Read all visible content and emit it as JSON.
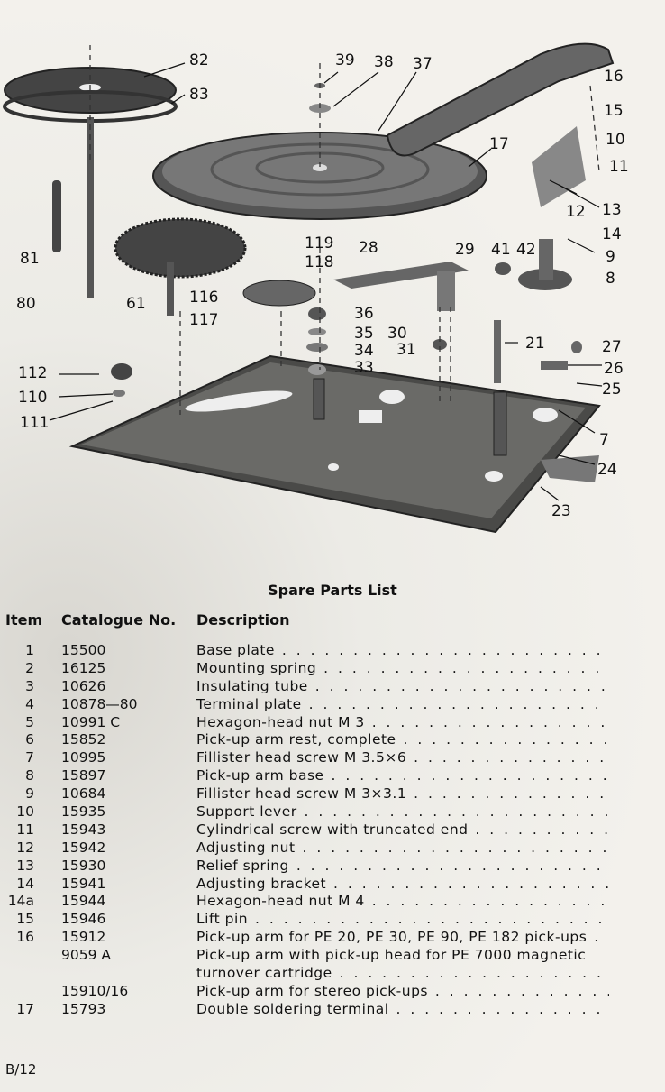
{
  "diagram": {
    "callouts": [
      "82",
      "83",
      "39",
      "38",
      "37",
      "16",
      "15",
      "10",
      "11",
      "17",
      "13",
      "12",
      "14",
      "9",
      "8",
      "41",
      "42",
      "29",
      "28",
      "119",
      "118",
      "116",
      "117",
      "36",
      "35",
      "34",
      "33",
      "30",
      "31",
      "21",
      "27",
      "26",
      "25",
      "7",
      "24",
      "23",
      "81",
      "80",
      "61",
      "112",
      "110",
      "111"
    ]
  },
  "parts_list": {
    "title": "Spare Parts List",
    "headers": {
      "item": "Item",
      "catalogue": "Catalogue No.",
      "description": "Description"
    },
    "rows": [
      {
        "item": "1",
        "catalogue": "15500",
        "description": "Base plate"
      },
      {
        "item": "2",
        "catalogue": "16125",
        "description": "Mounting spring"
      },
      {
        "item": "3",
        "catalogue": "10626",
        "description": "Insulating tube"
      },
      {
        "item": "4",
        "catalogue": "10878—80",
        "description": "Terminal plate"
      },
      {
        "item": "5",
        "catalogue": "10991 C",
        "description": "Hexagon-head nut M 3"
      },
      {
        "item": "6",
        "catalogue": "15852",
        "description": "Pick-up arm rest, complete"
      },
      {
        "item": "7",
        "catalogue": "10995",
        "description": "Fillister head screw M 3.5×6"
      },
      {
        "item": "8",
        "catalogue": "15897",
        "description": "Pick-up arm base"
      },
      {
        "item": "9",
        "catalogue": "10684",
        "description": "Fillister head screw M 3×3.1"
      },
      {
        "item": "10",
        "catalogue": "15935",
        "description": "Support lever"
      },
      {
        "item": "11",
        "catalogue": "15943",
        "description": "Cylindrical screw with truncated end"
      },
      {
        "item": "12",
        "catalogue": "15942",
        "description": "Adjusting nut"
      },
      {
        "item": "13",
        "catalogue": "15930",
        "description": "Relief spring"
      },
      {
        "item": "14",
        "catalogue": "15941",
        "description": "Adjusting bracket"
      },
      {
        "item": "14a",
        "catalogue": "15944",
        "description": "Hexagon-head nut M 4"
      },
      {
        "item": "15",
        "catalogue": "15946",
        "description": "Lift pin"
      },
      {
        "item": "16",
        "catalogue": "15912",
        "description": "Pick-up arm for PE 20, PE 30, PE 90, PE 182 pick-ups"
      },
      {
        "item": "",
        "catalogue": "9059 A",
        "description": "Pick-up arm with pick-up head for PE 7000 magnetic",
        "nodots": true
      },
      {
        "item": "",
        "catalogue": "",
        "description": "turnover cartridge"
      },
      {
        "item": "",
        "catalogue": "15910/16",
        "description": "Pick-up arm for stereo pick-ups"
      },
      {
        "item": "17",
        "catalogue": "15793",
        "description": "Double soldering terminal"
      }
    ]
  },
  "footer": {
    "page_number": "B/12"
  }
}
